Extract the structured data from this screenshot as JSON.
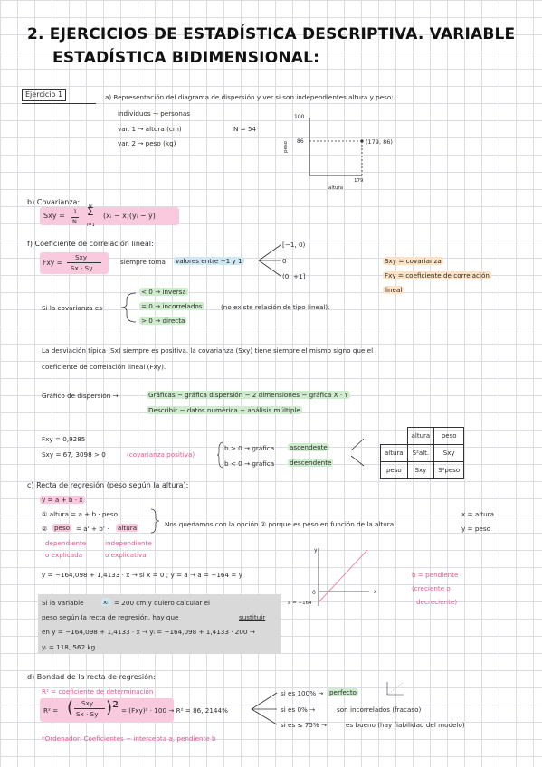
{
  "title": {
    "line1": "2.  EJERCICIOS DE ESTADÍSTICA DESCRIPTIVA. VARIABLE",
    "line2": "ESTADÍSTICA BIDIMENSIONAL:"
  },
  "ejercicio": {
    "label": "Ejercicio 1",
    "a_text": "a) Representación del diagrama de dispersión y ver si son independientes altura y peso:",
    "individuos": "individuos → personas",
    "var1": "var. 1 → altura (cm)",
    "n": "N = 54",
    "var2": "var. 2 → peso (kg)",
    "chart_y_top": "100",
    "chart_y_mid": "86",
    "chart_y_label": "peso",
    "chart_x_tick": "179",
    "chart_x_label": "altura",
    "chart_point": "(179, 86)"
  },
  "b": {
    "heading": "b) Covarianza:",
    "formula_lhs": "Sxy =",
    "frac_num": "1",
    "frac_den": "N",
    "sum_top": "N",
    "sum_bot": "i=1",
    "formula_rhs": "(xᵢ − x̄)(yᵢ − ȳ)"
  },
  "f": {
    "heading": "f) Coeficiente de correlación lineal:",
    "lhs": "Fxy =",
    "num": "Sxy",
    "den": "Sx · Sy",
    "siempre_pre": "siempre toma",
    "siempre_hl": "valores entre −1 y 1",
    "branch1": "[−1, 0)",
    "branch2": "0",
    "branch3": "(0, +1]",
    "legend1": "Sxy = covarianza",
    "legend2": "Fxy = coeficiente de correlación",
    "legend3": "lineal",
    "cov_text": "Si la covarianza es",
    "cov1": "< 0 → inversa",
    "cov2_hl": "= 0 → incorrelados",
    "cov2_rest": "(no existe relación de tipo lineal).",
    "cov3": "> 0 → directa",
    "desv1": "La desviación típica (Sx) siempre es positiva. la covarianza (Sxy) tiene siempre el mismo signo que el",
    "desv2": "coeficiente de correlación lineal (Fxy).",
    "graf_pre": "Gráfico de dispersión →",
    "graf_hl1": "Gráficas − gráfica dispersión − 2 dimensiones − gráfica X · Y",
    "graf_hl2": "Describir − datos numérica − análisis múltiple",
    "fxy_val": "Fxy = 0,9285",
    "sxy_val": "Sxy = 67, 3098  > 0",
    "sxy_note": "(covarianza positiva)",
    "b_gt": "b > 0 → gráfica",
    "b_gt_hl": "ascendente",
    "b_lt": "b < 0 → gráfica",
    "b_lt_hl": "descendente",
    "table": {
      "head": [
        "altura",
        "peso"
      ],
      "rows": [
        [
          "altura",
          "S²alt.",
          "Sxy"
        ],
        [
          "peso",
          "Sxy",
          "S²peso"
        ]
      ]
    }
  },
  "c": {
    "heading": "c) Recta de regresión (peso según la altura):",
    "eq": "y = a + b · x",
    "opt1": "① altura = a + b · peso",
    "opt2_pre": "②",
    "opt2_peso": "peso",
    "opt2_mid": "= a' + b' ·",
    "opt2_alt": "altura",
    "opt_note": "Nos quedamos con la opción ② porque es peso en función de la altura.",
    "xy1": "x = altura",
    "xy2": "y = peso",
    "dep1": "dependiente",
    "dep2": "o explicada",
    "ind1": "independiente",
    "ind2": "o explicativa",
    "calc": "y = −164,098 + 1,4133 · x  →  si x = 0 ; y = a  →  a = −164 = y",
    "pend1": "b = pendiente",
    "pend2": "(creciente o",
    "pend3": "decreciente)",
    "gx": "x",
    "gy": "y",
    "g0": "0",
    "gneg": "a = −164",
    "box1_pre": "Si la variable",
    "box1_hl": "xᵢ",
    "box1_post": "= 200 cm y quiero calcular el",
    "box2_pre": "peso según la recta de regresión, hay que",
    "box2_ul": "sustituir",
    "box3": "en y = −164,098 + 1,4133 · x → yᵢ = −164,098 + 1,4133 · 200 →",
    "box4": "yᵢ = 118, 562 kg"
  },
  "d": {
    "heading": "d) Bondad de la recta de regresión:",
    "r2_label": "R² = coeficiente de determinación",
    "r2_lhs": "R² =",
    "r2_num": "Sxy",
    "r2_den": "Sx · Sy",
    "r2_rhs": "= (Fxy)² · 100  →  R² = 86, 2144%",
    "c1_pre": "si es 100% →",
    "c1_hl": "perfecto",
    "c2_pre": "si es 0% →",
    "c2_rest": "son incorrelados (fracaso)",
    "c3_pre": "si es ≤ 75% →",
    "c3_rest": "es bueno (hay fiabilidad del modelo)",
    "ordenador": "*Ordenador: Coeficientes − intercepta a, pendiente b"
  }
}
